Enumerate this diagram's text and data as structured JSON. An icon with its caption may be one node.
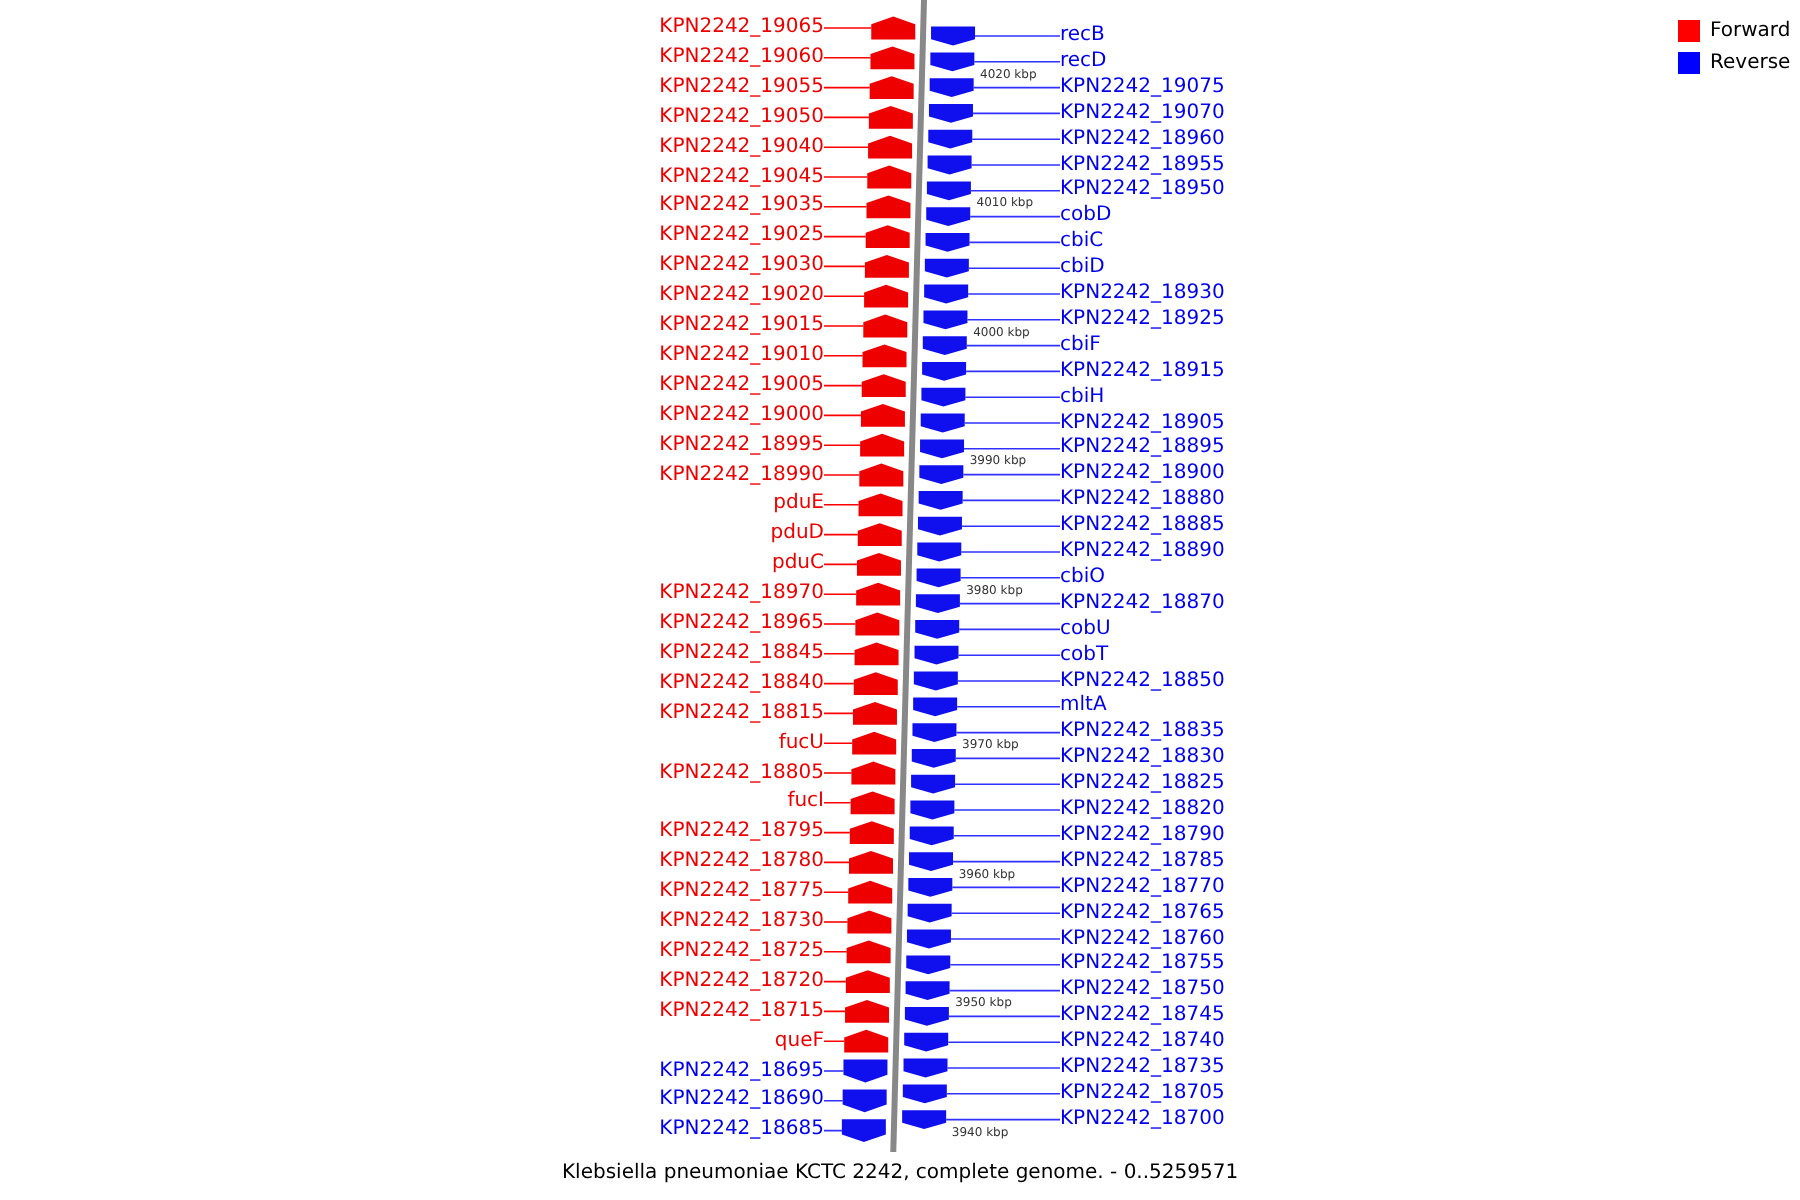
{
  "diagram": {
    "caption": "Klebsiella pneumoniae KCTC 2242, complete genome. - 0..5259571",
    "nodes": [
      {
        "text": [
          "KPN2242_19065"
        ]
      },
      {
        "text": [
          "KPN2242_19060"
        ]
      },
      {
        "text": [
          "KPN2242_19055"
        ]
      },
      {
        "text": [
          "KPN2242_19050"
        ]
      },
      {
        "text": [
          "KPN2242_19040"
        ]
      },
      {
        "text": [
          "KPN2242_19045"
        ]
      },
      {
        "text": [
          "KPN2242_19035"
        ]
      },
      {
        "text": [
          "KPN2242_19025"
        ]
      },
      {
        "text": [
          "KPN2242_19030"
        ]
      },
      {
        "text": [
          "KPN2242_19020"
        ]
      },
      {
        "text": [
          "KPN2242_19015"
        ]
      },
      {
        "text": [
          "KPN2242_19010"
        ]
      },
      {
        "text": [
          "KPN2242_19005"
        ]
      },
      {
        "text": [
          "KPN2242_19000"
        ]
      },
      {
        "text": [
          "KPN2242_18995"
        ]
      },
      {
        "text": [
          "KPN2242_18990"
        ]
      },
      {
        "text": [
          "pduE"
        ]
      },
      {
        "text": [
          "pduD"
        ]
      },
      {
        "text": [
          "pduC"
        ]
      },
      {
        "text": [
          "KPN2242_18970"
        ]
      },
      {
        "text": [
          "KPN2242_18965"
        ]
      },
      {
        "text": [
          "KPN2242_18845"
        ]
      },
      {
        "text": [
          "KPN2242_18840"
        ]
      },
      {
        "text": [
          "KPN2242_18815"
        ]
      },
      {
        "text": [
          "fucU"
        ]
      },
      {
        "text": [
          "KPN2242_18805"
        ]
      },
      {
        "text": [
          "fucI"
        ]
      },
      {
        "text": [
          "KPN2242_18795"
        ]
      },
      {
        "text": [
          "KPN2242_18780"
        ]
      },
      {
        "text": [
          "KPN2242_18775"
        ]
      },
      {
        "text": [
          "KPN2242_18730"
        ]
      },
      {
        "text": [
          "KPN2242_18725"
        ]
      },
      {
        "text": [
          "KPN2242_18720"
        ]
      },
      {
        "text": [
          "KPN2242_18715"
        ]
      },
      {
        "text": [
          "queF"
        ]
      },
      {
        "text": [
          "KPN2242_18695"
        ]
      },
      {
        "text": [
          "KPN2242_18690"
        ]
      },
      {
        "text": [
          "KPN2242_18685"
        ]
      },
      {
        "text": [
          "recB"
        ]
      },
      {
        "text": [
          "recD"
        ]
      },
      {
        "text": [
          "KPN2242_19075"
        ]
      },
      {
        "text": [
          "KPN2242_19070"
        ]
      },
      {
        "text": [
          "KPN2242_18960"
        ]
      },
      {
        "text": [
          "KPN2242_18955"
        ]
      },
      {
        "text": [
          "KPN2242_18950"
        ]
      },
      {
        "text": [
          "cobD"
        ]
      },
      {
        "text": [
          "cbiC"
        ]
      },
      {
        "text": [
          "cbiD"
        ]
      },
      {
        "text": [
          "KPN2242_18930"
        ]
      },
      {
        "text": [
          "KPN2242_18925"
        ]
      },
      {
        "text": [
          "cbiF"
        ]
      },
      {
        "text": [
          "KPN2242_18915"
        ]
      },
      {
        "text": [
          "cbiH"
        ]
      },
      {
        "text": [
          "KPN2242_18905"
        ]
      },
      {
        "text": [
          "KPN2242_18895"
        ]
      },
      {
        "text": [
          "KPN2242_18900"
        ]
      },
      {
        "text": [
          "KPN2242_18880"
        ]
      },
      {
        "text": [
          "KPN2242_18885"
        ]
      },
      {
        "text": [
          "KPN2242_18890"
        ]
      },
      {
        "text": [
          "cbiO"
        ]
      },
      {
        "text": [
          "KPN2242_18870"
        ]
      },
      {
        "text": [
          "cobU"
        ]
      },
      {
        "text": [
          "cobT"
        ]
      },
      {
        "text": [
          "KPN2242_18850"
        ]
      },
      {
        "text": [
          "mltA"
        ]
      },
      {
        "text": [
          "KPN2242_18835"
        ]
      },
      {
        "text": [
          "KPN2242_18830"
        ]
      },
      {
        "text": [
          "KPN2242_18825"
        ]
      },
      {
        "text": [
          "KPN2242_18820"
        ]
      },
      {
        "text": [
          "KPN2242_18790"
        ]
      },
      {
        "text": [
          "KPN2242_18785"
        ]
      },
      {
        "text": [
          "KPN2242_18770"
        ]
      },
      {
        "text": [
          "KPN2242_18765"
        ]
      },
      {
        "text": [
          "KPN2242_18760"
        ]
      },
      {
        "text": [
          "KPN2242_18755"
        ]
      },
      {
        "text": [
          "KPN2242_18750"
        ]
      },
      {
        "text": [
          "KPN2242_18745"
        ]
      },
      {
        "text": [
          "KPN2242_18740"
        ]
      },
      {
        "text": [
          "KPN2242_18735"
        ]
      },
      {
        "text": [
          "KPN2242_18705"
        ]
      },
      {
        "text": [
          "KPN2242_18700"
        ]
      },
      {
        "text": [],
        "shape": "arrow"
      },
      {
        "text": [],
        "shape": "arrow"
      },
      {
        "text": [],
        "shape": "arrow"
      },
      {
        "text": [],
        "shape": "arrow"
      },
      {
        "text": [],
        "shape": "arrow"
      },
      {
        "text": [],
        "shape": "arrow"
      },
      {
        "text": [],
        "shape": "arrow"
      },
      {
        "text": [],
        "shape": "arrow"
      },
      {
        "text": [],
        "shape": "arrow"
      },
      {
        "text": [],
        "shape": "arrow"
      },
      {
        "text": [],
        "shape": "arrow"
      },
      {
        "text": [],
        "shape": "arrow"
      },
      {
        "text": [],
        "shape": "arrow"
      },
      {
        "text": [],
        "shape": "arrow"
      },
      {
        "text": [],
        "shape": "arrow"
      },
      {
        "text": [],
        "shape": "arrow"
      },
      {
        "text": [],
        "shape": "arrow"
      },
      {
        "text": [],
        "shape": "arrow"
      },
      {
        "text": [],
        "shape": "arrow"
      },
      {
        "text": [],
        "shape": "arrow"
      },
      {
        "text": [],
        "shape": "arrow"
      },
      {
        "text": [],
        "shape": "arrow"
      },
      {
        "text": [],
        "shape": "arrow"
      },
      {
        "text": [],
        "shape": "arrow"
      },
      {
        "text": [],
        "shape": "arrow"
      },
      {
        "text": [],
        "shape": "arrow"
      },
      {
        "text": [],
        "shape": "arrow"
      },
      {
        "text": [],
        "shape": "arrow"
      },
      {
        "text": [],
        "shape": "arrow"
      },
      {
        "text": [],
        "shape": "arrow"
      },
      {
        "text": [],
        "shape": "arrow"
      },
      {
        "text": [],
        "shape": "arrow"
      },
      {
        "text": [],
        "shape": "arrow"
      },
      {
        "text": [],
        "shape": "arrow"
      },
      {
        "text": [],
        "shape": "arrow"
      },
      {
        "text": [],
        "shape": "arrow"
      },
      {
        "text": [],
        "shape": "arrow"
      },
      {
        "text": [],
        "shape": "arrow"
      },
      {
        "text": [],
        "shape": "arrow"
      },
      {
        "text": [],
        "shape": "arrow"
      },
      {
        "text": [],
        "shape": "arrow"
      },
      {
        "text": [],
        "shape": "arrow"
      },
      {
        "text": [],
        "shape": "arrow"
      },
      {
        "text": [],
        "shape": "arrow"
      },
      {
        "text": [],
        "shape": "arrow"
      },
      {
        "text": [],
        "shape": "arrow"
      },
      {
        "text": [],
        "shape": "arrow"
      },
      {
        "text": [],
        "shape": "arrow"
      },
      {
        "text": [],
        "shape": "arrow"
      },
      {
        "text": [],
        "shape": "arrow"
      },
      {
        "text": [],
        "shape": "arrow"
      },
      {
        "text": [],
        "shape": "arrow"
      },
      {
        "text": [],
        "shape": "arrow"
      },
      {
        "text": [],
        "shape": "arrow"
      },
      {
        "text": [],
        "shape": "arrow"
      },
      {
        "text": [],
        "shape": "arrow"
      },
      {
        "text": [],
        "shape": "arrow"
      },
      {
        "text": [],
        "shape": "arrow"
      },
      {
        "text": [],
        "shape": "arrow"
      },
      {
        "text": [],
        "shape": "arrow"
      },
      {
        "text": [],
        "shape": "arrow"
      },
      {
        "text": [],
        "shape": "arrow"
      },
      {
        "text": [],
        "shape": "arrow"
      },
      {
        "text": [],
        "shape": "arrow"
      },
      {
        "text": [],
        "shape": "arrow"
      },
      {
        "text": [],
        "shape": "arrow"
      },
      {
        "text": [],
        "shape": "arrow"
      },
      {
        "text": [],
        "shape": "arrow"
      },
      {
        "text": [],
        "shape": "arrow"
      },
      {
        "text": [],
        "shape": "arrow"
      },
      {
        "text": [],
        "shape": "arrow"
      },
      {
        "text": [],
        "shape": "arrow"
      },
      {
        "text": [],
        "shape": "arrow"
      },
      {
        "text": [],
        "shape": "arrow"
      },
      {
        "text": [],
        "shape": "arrow"
      },
      {
        "text": [],
        "shape": "arrow"
      },
      {
        "text": [],
        "shape": "arrow"
      },
      {
        "text": [],
        "shape": "arrow"
      },
      {
        "text": [],
        "shape": "arrow"
      },
      {
        "text": [],
        "shape": "arrow"
      },
      {
        "text": [],
        "shape": "arrow"
      }
    ],
    "edges": [
      {
        "from": 0,
        "to": 81,
        "arrow": "none",
        "color": "#ff0000"
      },
      {
        "from": 1,
        "to": 82,
        "arrow": "none",
        "color": "#ff0000"
      },
      {
        "from": 2,
        "to": 83,
        "arrow": "none",
        "color": "#ff0000"
      },
      {
        "from": 3,
        "to": 84,
        "arrow": "none",
        "color": "#ff0000"
      },
      {
        "from": 4,
        "to": 85,
        "arrow": "none",
        "color": "#ff0000"
      },
      {
        "from": 5,
        "to": 86,
        "arrow": "none",
        "color": "#ff0000"
      },
      {
        "from": 6,
        "to": 87,
        "arrow": "none",
        "color": "#ff0000"
      },
      {
        "from": 7,
        "to": 88,
        "arrow": "none",
        "color": "#ff0000"
      },
      {
        "from": 8,
        "to": 89,
        "arrow": "none",
        "color": "#ff0000"
      },
      {
        "from": 9,
        "to": 90,
        "arrow": "none",
        "color": "#ff0000"
      },
      {
        "from": 10,
        "to": 91,
        "arrow": "none",
        "color": "#ff0000"
      },
      {
        "from": 11,
        "to": 92,
        "arrow": "none",
        "color": "#ff0000"
      },
      {
        "from": 12,
        "to": 93,
        "arrow": "none",
        "color": "#ff0000"
      },
      {
        "from": 13,
        "to": 94,
        "arrow": "none",
        "color": "#ff0000"
      },
      {
        "from": 14,
        "to": 95,
        "arrow": "none",
        "color": "#ff0000"
      },
      {
        "from": 15,
        "to": 96,
        "arrow": "none",
        "color": "#ff0000"
      },
      {
        "from": 16,
        "to": 97,
        "arrow": "none",
        "color": "#ff0000"
      },
      {
        "from": 17,
        "to": 98,
        "arrow": "none",
        "color": "#ff0000"
      },
      {
        "from": 18,
        "to": 99,
        "arrow": "none",
        "color": "#ff0000"
      },
      {
        "from": 19,
        "to": 100,
        "arrow": "none",
        "color": "#ff0000"
      },
      {
        "from": 20,
        "to": 101,
        "arrow": "none",
        "color": "#ff0000"
      },
      {
        "from": 21,
        "to": 102,
        "arrow": "none",
        "color": "#ff0000"
      },
      {
        "from": 22,
        "to": 103,
        "arrow": "none",
        "color": "#ff0000"
      },
      {
        "from": 23,
        "to": 104,
        "arrow": "none",
        "color": "#ff0000"
      },
      {
        "from": 24,
        "to": 105,
        "arrow": "none",
        "color": "#ff0000"
      },
      {
        "from": 25,
        "to": 106,
        "arrow": "none",
        "color": "#ff0000"
      },
      {
        "from": 26,
        "to": 107,
        "arrow": "none",
        "color": "#ff0000"
      },
      {
        "from": 27,
        "to": 108,
        "arrow": "none",
        "color": "#ff0000"
      },
      {
        "from": 28,
        "to": 109,
        "arrow": "none",
        "color": "#ff0000"
      },
      {
        "from": 29,
        "to": 110,
        "arrow": "none",
        "color": "#ff0000"
      },
      {
        "from": 30,
        "to": 111,
        "arrow": "none",
        "color": "#ff0000"
      },
      {
        "from": 31,
        "to": 112,
        "arrow": "none",
        "color": "#ff0000"
      },
      {
        "from": 32,
        "to": 113,
        "arrow": "none",
        "color": "#ff0000"
      },
      {
        "from": 33,
        "to": 114,
        "arrow": "none",
        "color": "#ff0000"
      },
      {
        "from": 34,
        "to": 115,
        "arrow": "none",
        "color": "#ff0000"
      },
      {
        "from": 35,
        "to": 116,
        "arrow": "none"
      },
      {
        "from": 36,
        "to": 117,
        "arrow": "none"
      },
      {
        "from": 37,
        "to": 118,
        "arrow": "none"
      },
      {
        "from": 38,
        "to": 119,
        "arrow": "none"
      },
      {
        "from": 39,
        "to": 120,
        "arrow": "none"
      },
      {
        "from": 40,
        "to": 121,
        "arrow": "none"
      },
      {
        "from": 41,
        "to": 122,
        "arrow": "none"
      },
      {
        "from": 42,
        "to": 123,
        "arrow": "none"
      },
      {
        "from": 43,
        "to": 124,
        "arrow": "none"
      },
      {
        "from": 44,
        "to": 125,
        "arrow": "none"
      },
      {
        "from": 45,
        "to": 126,
        "arrow": "none"
      },
      {
        "from": 46,
        "to": 127,
        "arrow": "none"
      },
      {
        "from": 47,
        "to": 128,
        "arrow": "none"
      },
      {
        "from": 48,
        "to": 129,
        "arrow": "none"
      },
      {
        "from": 49,
        "to": 130,
        "arrow": "none"
      },
      {
        "from": 50,
        "to": 131,
        "arrow": "none"
      },
      {
        "from": 51,
        "to": 132,
        "arrow": "none"
      },
      {
        "from": 52,
        "to": 133,
        "arrow": "none"
      },
      {
        "from": 53,
        "to": 134,
        "arrow": "none"
      },
      {
        "from": 54,
        "to": 135,
        "arrow": "none"
      },
      {
        "from": 55,
        "to": 136,
        "arrow": "none"
      },
      {
        "from": 56,
        "to": 137,
        "arrow": "none"
      },
      {
        "from": 57,
        "to": 138,
        "arrow": "none"
      },
      {
        "from": 58,
        "to": 139,
        "arrow": "none"
      },
      {
        "from": 59,
        "to": 140,
        "arrow": "none"
      },
      {
        "from": 60,
        "to": 141,
        "arrow": "none"
      },
      {
        "from": 61,
        "to": 142,
        "arrow": "none"
      },
      {
        "from": 62,
        "to": 143,
        "arrow": "none"
      },
      {
        "from": 63,
        "to": 144,
        "arrow": "none"
      },
      {
        "from": 64,
        "to": 145,
        "arrow": "none"
      },
      {
        "from": 65,
        "to": 146,
        "arrow": "none"
      },
      {
        "from": 66,
        "to": 147,
        "arrow": "none"
      },
      {
        "from": 67,
        "to": 148,
        "arrow": "none"
      },
      {
        "from": 68,
        "to": 149,
        "arrow": "none"
      },
      {
        "from": 69,
        "to": 150,
        "arrow": "none"
      },
      {
        "from": 70,
        "to": 151,
        "arrow": "none"
      },
      {
        "from": 71,
        "to": 152,
        "arrow": "none"
      },
      {
        "from": 72,
        "to": 153,
        "arrow": "none"
      },
      {
        "from": 73,
        "to": 154,
        "arrow": "none"
      },
      {
        "from": 74,
        "to": 155,
        "arrow": "none"
      },
      {
        "from": 75,
        "to": 156,
        "arrow": "none"
      },
      {
        "from": 76,
        "to": 157,
        "arrow": "none"
      },
      {
        "from": 77,
        "to": 158,
        "arrow": "none"
      },
      {
        "from": 78,
        "to": 159,
        "arrow": "none"
      },
      {
        "from": 79,
        "to": 160,
        "arrow": "none"
      },
      {
        "from": 80,
        "to": 161,
        "arrow": "none"
      }
    ],
    "labels": [
      "4020 kbp",
      "4010 kbp",
      "4000 kbp",
      "3990 kbp",
      "3980 kbp",
      "3970 kbp",
      "3960 kbp",
      "3950 kbp",
      "3940 kbp"
    ],
    "legend": [
      {
        "text": "Forward",
        "color": "#ff0000"
      },
      {
        "text": "Reverse",
        "color": "#0000ff"
      }
    ]
  }
}
